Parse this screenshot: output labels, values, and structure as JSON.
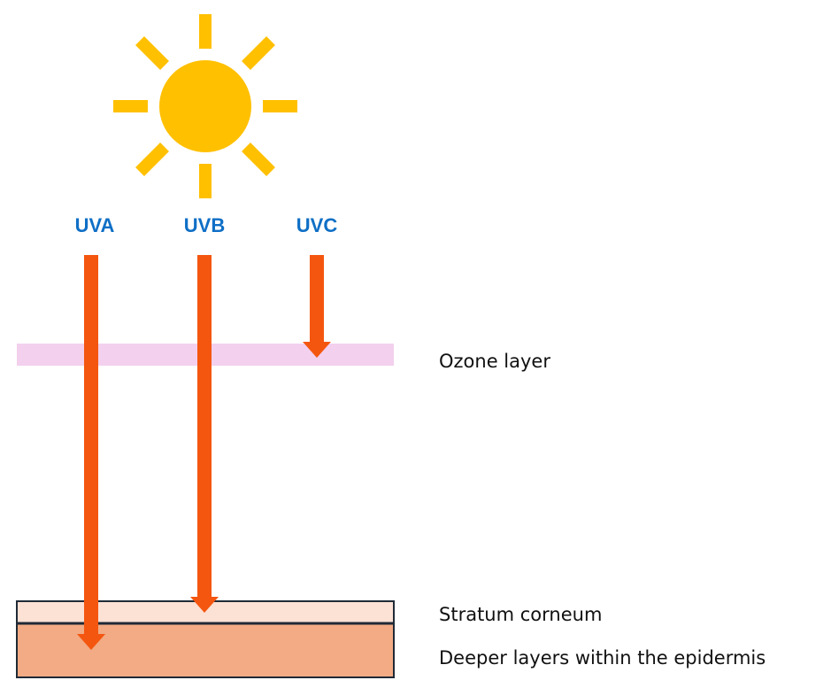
{
  "uv_labels": [
    "UVA",
    "UVB",
    "UVC"
  ],
  "layers": {
    "ozone": "Ozone layer",
    "stratum_corneum": "Stratum corneum",
    "deeper_epidermis": "Deeper layers within the epidermis"
  },
  "colors": {
    "sun": "#FFC000",
    "uv_label": "#0F6FC6",
    "arrow": "#F4560F",
    "ozone": "#F3D0EE",
    "stratum_corneum": "#FCE1D5",
    "deeper_epidermis": "#F2AB84",
    "border": "#1F2A36"
  },
  "icons": {
    "sun": "sun-icon"
  }
}
